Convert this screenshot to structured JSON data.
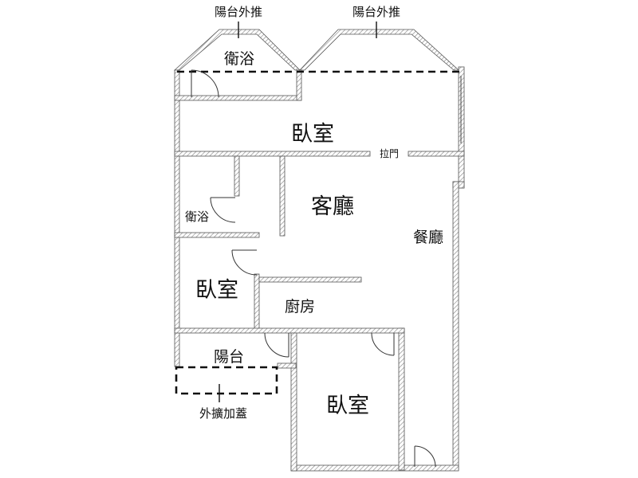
{
  "labels": {
    "balcony_ext_left": "陽台外推",
    "balcony_ext_right": "陽台外推",
    "bath_top": "衛浴",
    "bedroom_top": "臥室",
    "sliding_door": "拉門",
    "living_room": "客廳",
    "dining_room": "餐廳",
    "bath_left": "衛浴",
    "bedroom_left": "臥室",
    "kitchen": "廚房",
    "balcony": "陽台",
    "bedroom_bottom": "臥室",
    "extension": "外擴加蓋"
  },
  "colors": {
    "wall_stroke": "#555555",
    "wall_hatch": "#8a8a8a",
    "dashed": "#111111"
  }
}
